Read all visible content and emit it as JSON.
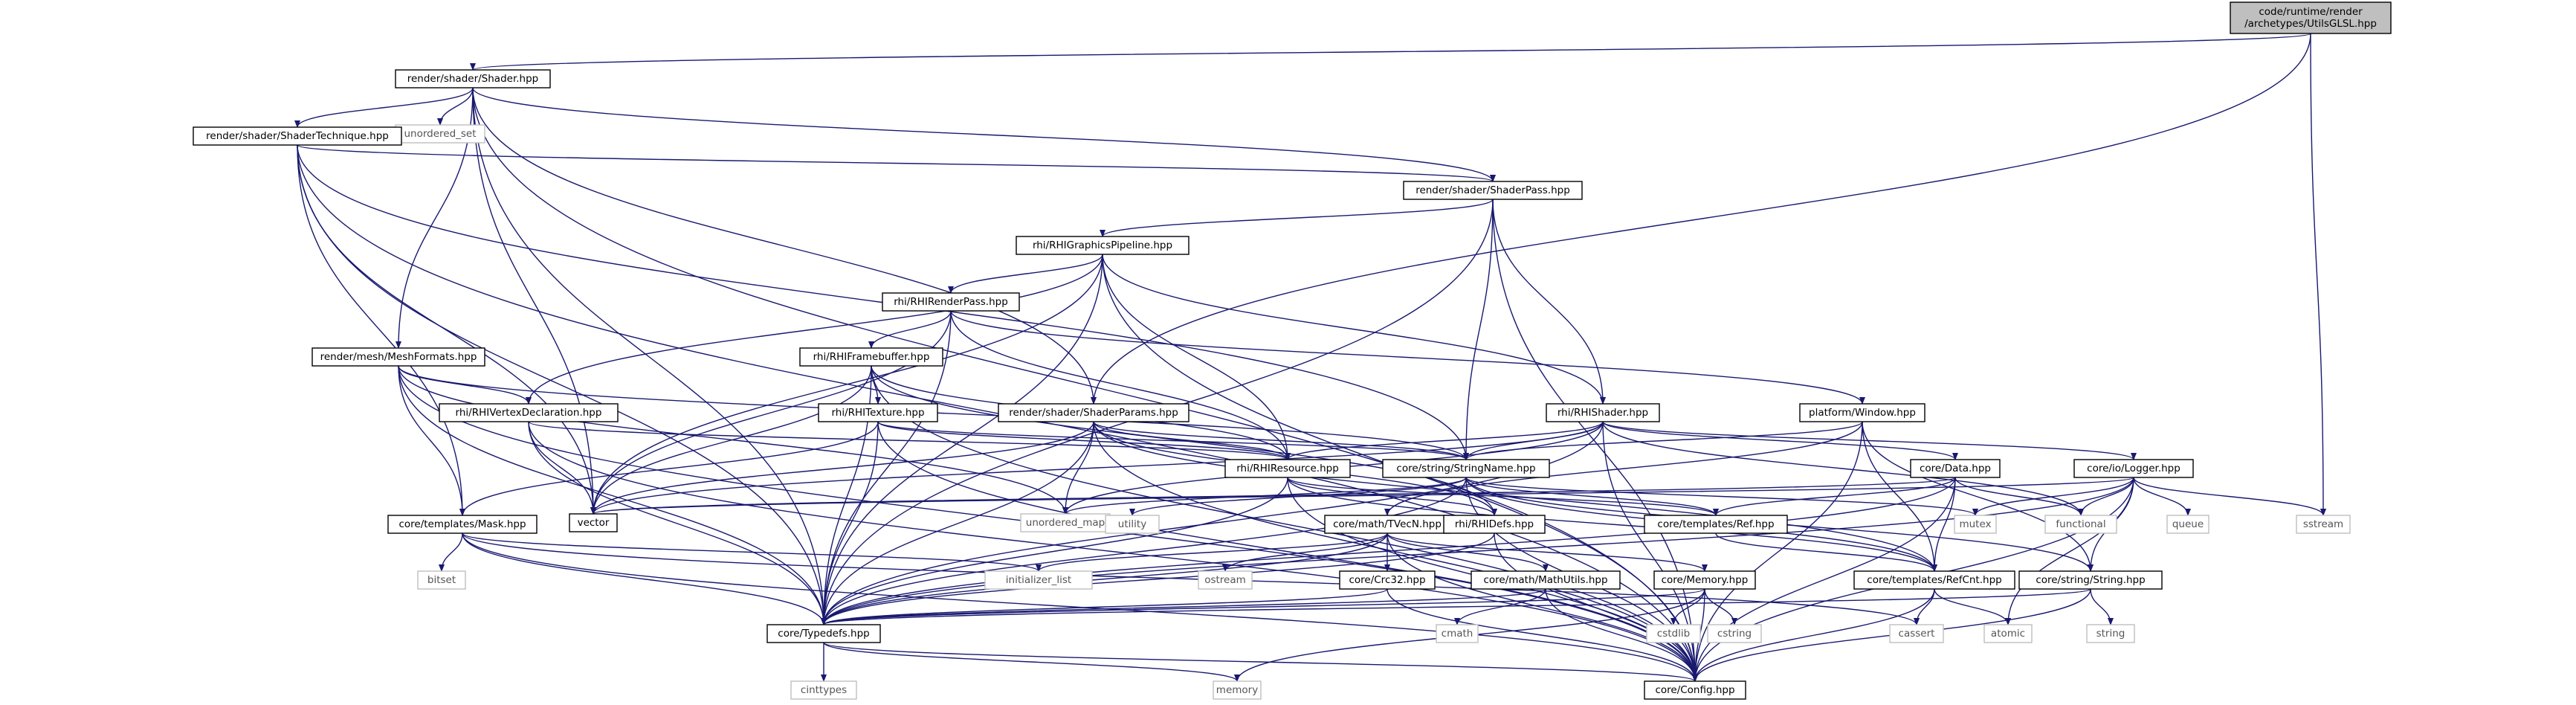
{
  "colors": {
    "edge": "#191970",
    "node_border": "#000000",
    "node_fill": "#ffffff",
    "root_fill": "#bfbfbf",
    "system_border": "#bfbfbf",
    "system_text": "#555555",
    "text": "#000000"
  },
  "root": "utils_glsl",
  "nodes": [
    {
      "id": "utils_glsl",
      "kind": "root",
      "lines": [
        "code/runtime/render",
        "/archetypes/UtilsGLSL.hpp"
      ]
    },
    {
      "id": "shader",
      "kind": "header",
      "lines": [
        "render/shader/Shader.hpp"
      ]
    },
    {
      "id": "unordered_set",
      "kind": "system",
      "lines": [
        "unordered_set"
      ]
    },
    {
      "id": "shader_technique",
      "kind": "header",
      "lines": [
        "render/shader/ShaderTechnique.hpp"
      ]
    },
    {
      "id": "shader_pass",
      "kind": "header",
      "lines": [
        "render/shader/ShaderPass.hpp"
      ]
    },
    {
      "id": "rhi_graphics_pipeline",
      "kind": "header",
      "lines": [
        "rhi/RHIGraphicsPipeline.hpp"
      ]
    },
    {
      "id": "rhi_render_pass",
      "kind": "header",
      "lines": [
        "rhi/RHIRenderPass.hpp"
      ]
    },
    {
      "id": "mesh_formats",
      "kind": "header",
      "lines": [
        "render/mesh/MeshFormats.hpp"
      ]
    },
    {
      "id": "rhi_framebuffer",
      "kind": "header",
      "lines": [
        "rhi/RHIFramebuffer.hpp"
      ]
    },
    {
      "id": "rhi_vertex_declaration",
      "kind": "header",
      "lines": [
        "rhi/RHIVertexDeclaration.hpp"
      ]
    },
    {
      "id": "rhi_texture",
      "kind": "header",
      "lines": [
        "rhi/RHITexture.hpp"
      ]
    },
    {
      "id": "shader_params",
      "kind": "header",
      "lines": [
        "render/shader/ShaderParams.hpp"
      ]
    },
    {
      "id": "rhi_shader",
      "kind": "header",
      "lines": [
        "rhi/RHIShader.hpp"
      ]
    },
    {
      "id": "platform_window",
      "kind": "header",
      "lines": [
        "platform/Window.hpp"
      ]
    },
    {
      "id": "rhi_resource",
      "kind": "header",
      "lines": [
        "rhi/RHIResource.hpp"
      ]
    },
    {
      "id": "string_name",
      "kind": "header",
      "lines": [
        "core/string/StringName.hpp"
      ]
    },
    {
      "id": "core_data",
      "kind": "header",
      "lines": [
        "core/Data.hpp"
      ]
    },
    {
      "id": "logger",
      "kind": "header",
      "lines": [
        "core/io/Logger.hpp"
      ]
    },
    {
      "id": "mask",
      "kind": "header",
      "lines": [
        "core/templates/Mask.hpp"
      ]
    },
    {
      "id": "vector",
      "kind": "header",
      "lines": [
        "vector"
      ]
    },
    {
      "id": "unordered_map",
      "kind": "system",
      "lines": [
        "unordered_map"
      ]
    },
    {
      "id": "utility",
      "kind": "system",
      "lines": [
        "utility"
      ]
    },
    {
      "id": "tvecn",
      "kind": "header",
      "lines": [
        "core/math/TVecN.hpp"
      ]
    },
    {
      "id": "rhi_defs",
      "kind": "header",
      "lines": [
        "rhi/RHIDefs.hpp"
      ]
    },
    {
      "id": "templates_ref",
      "kind": "header",
      "lines": [
        "core/templates/Ref.hpp"
      ]
    },
    {
      "id": "mutex",
      "kind": "system",
      "lines": [
        "mutex"
      ]
    },
    {
      "id": "functional",
      "kind": "system",
      "lines": [
        "functional"
      ]
    },
    {
      "id": "queue",
      "kind": "system",
      "lines": [
        "queue"
      ]
    },
    {
      "id": "sstream",
      "kind": "system",
      "lines": [
        "sstream"
      ]
    },
    {
      "id": "bitset",
      "kind": "system",
      "lines": [
        "bitset"
      ]
    },
    {
      "id": "initializer_list",
      "kind": "system",
      "lines": [
        "initializer_list"
      ]
    },
    {
      "id": "ostream",
      "kind": "system",
      "lines": [
        "ostream"
      ]
    },
    {
      "id": "crc32",
      "kind": "header",
      "lines": [
        "core/Crc32.hpp"
      ]
    },
    {
      "id": "math_utils",
      "kind": "header",
      "lines": [
        "core/math/MathUtils.hpp"
      ]
    },
    {
      "id": "core_memory",
      "kind": "header",
      "lines": [
        "core/Memory.hpp"
      ]
    },
    {
      "id": "ref_cnt",
      "kind": "header",
      "lines": [
        "core/templates/RefCnt.hpp"
      ]
    },
    {
      "id": "string_hpp",
      "kind": "header",
      "lines": [
        "core/string/String.hpp"
      ]
    },
    {
      "id": "typedefs",
      "kind": "header",
      "lines": [
        "core/Typedefs.hpp"
      ]
    },
    {
      "id": "cassert",
      "kind": "system",
      "lines": [
        "cassert"
      ]
    },
    {
      "id": "atomic",
      "kind": "system",
      "lines": [
        "atomic"
      ]
    },
    {
      "id": "string_std",
      "kind": "system",
      "lines": [
        "string"
      ]
    },
    {
      "id": "cmath",
      "kind": "system",
      "lines": [
        "cmath"
      ]
    },
    {
      "id": "cstdlib",
      "kind": "system",
      "lines": [
        "cstdlib"
      ]
    },
    {
      "id": "cstring",
      "kind": "system",
      "lines": [
        "cstring"
      ]
    },
    {
      "id": "cinttypes",
      "kind": "system",
      "lines": [
        "cinttypes"
      ]
    },
    {
      "id": "memory",
      "kind": "system",
      "lines": [
        "memory"
      ]
    },
    {
      "id": "config",
      "kind": "header",
      "lines": [
        "core/Config.hpp"
      ]
    }
  ],
  "edges": [
    [
      "utils_glsl",
      "shader"
    ],
    [
      "utils_glsl",
      "shader_params"
    ],
    [
      "utils_glsl",
      "sstream"
    ],
    [
      "shader",
      "unordered_set"
    ],
    [
      "shader",
      "shader_technique"
    ],
    [
      "shader",
      "shader_pass"
    ],
    [
      "shader",
      "mesh_formats"
    ],
    [
      "shader",
      "shader_params"
    ],
    [
      "shader",
      "vector"
    ],
    [
      "shader",
      "typedefs"
    ],
    [
      "shader",
      "config"
    ],
    [
      "shader_technique",
      "shader_pass"
    ],
    [
      "shader_technique",
      "mask"
    ],
    [
      "shader_technique",
      "string_name"
    ],
    [
      "shader_technique",
      "vector"
    ],
    [
      "shader_technique",
      "typedefs"
    ],
    [
      "shader_technique",
      "config"
    ],
    [
      "shader_pass",
      "rhi_graphics_pipeline"
    ],
    [
      "shader_pass",
      "rhi_shader"
    ],
    [
      "shader_pass",
      "string_name"
    ],
    [
      "shader_pass",
      "typedefs"
    ],
    [
      "shader_pass",
      "config"
    ],
    [
      "rhi_graphics_pipeline",
      "rhi_render_pass"
    ],
    [
      "rhi_graphics_pipeline",
      "rhi_vertex_declaration"
    ],
    [
      "rhi_graphics_pipeline",
      "rhi_shader"
    ],
    [
      "rhi_graphics_pipeline",
      "rhi_resource"
    ],
    [
      "rhi_graphics_pipeline",
      "vector"
    ],
    [
      "rhi_graphics_pipeline",
      "typedefs"
    ],
    [
      "rhi_graphics_pipeline",
      "config"
    ],
    [
      "rhi_render_pass",
      "rhi_framebuffer"
    ],
    [
      "rhi_render_pass",
      "rhi_resource"
    ],
    [
      "rhi_render_pass",
      "platform_window"
    ],
    [
      "rhi_render_pass",
      "vector"
    ],
    [
      "rhi_render_pass",
      "typedefs"
    ],
    [
      "mesh_formats",
      "rhi_vertex_declaration"
    ],
    [
      "mesh_formats",
      "mask"
    ],
    [
      "mesh_formats",
      "string_name"
    ],
    [
      "mesh_formats",
      "unordered_map"
    ],
    [
      "mesh_formats",
      "typedefs"
    ],
    [
      "mesh_formats",
      "config"
    ],
    [
      "rhi_framebuffer",
      "rhi_texture"
    ],
    [
      "rhi_framebuffer",
      "rhi_resource"
    ],
    [
      "rhi_framebuffer",
      "rhi_defs"
    ],
    [
      "rhi_framebuffer",
      "vector"
    ],
    [
      "rhi_framebuffer",
      "typedefs"
    ],
    [
      "rhi_framebuffer",
      "config"
    ],
    [
      "rhi_vertex_declaration",
      "rhi_resource"
    ],
    [
      "rhi_vertex_declaration",
      "vector"
    ],
    [
      "rhi_vertex_declaration",
      "typedefs"
    ],
    [
      "rhi_vertex_declaration",
      "config"
    ],
    [
      "rhi_texture",
      "rhi_resource"
    ],
    [
      "rhi_texture",
      "string_name"
    ],
    [
      "rhi_texture",
      "mask"
    ],
    [
      "rhi_texture",
      "typedefs"
    ],
    [
      "rhi_texture",
      "config"
    ],
    [
      "shader_params",
      "rhi_resource"
    ],
    [
      "shader_params",
      "rhi_defs"
    ],
    [
      "shader_params",
      "string_name"
    ],
    [
      "shader_params",
      "unordered_map"
    ],
    [
      "shader_params",
      "vector"
    ],
    [
      "shader_params",
      "typedefs"
    ],
    [
      "shader_params",
      "config"
    ],
    [
      "shader_params",
      "ref_cnt"
    ],
    [
      "rhi_shader",
      "rhi_resource"
    ],
    [
      "rhi_shader",
      "string_name"
    ],
    [
      "rhi_shader",
      "core_data"
    ],
    [
      "rhi_shader",
      "logger"
    ],
    [
      "rhi_shader",
      "unordered_map"
    ],
    [
      "rhi_shader",
      "vector"
    ],
    [
      "rhi_shader",
      "functional"
    ],
    [
      "rhi_shader",
      "typedefs"
    ],
    [
      "rhi_shader",
      "config"
    ],
    [
      "platform_window",
      "string_name"
    ],
    [
      "platform_window",
      "ref_cnt"
    ],
    [
      "platform_window",
      "string_hpp"
    ],
    [
      "platform_window",
      "tvecn"
    ],
    [
      "platform_window",
      "config"
    ],
    [
      "rhi_resource",
      "templates_ref"
    ],
    [
      "rhi_resource",
      "ref_cnt"
    ],
    [
      "rhi_resource",
      "rhi_defs"
    ],
    [
      "rhi_resource",
      "typedefs"
    ],
    [
      "rhi_resource",
      "config"
    ],
    [
      "string_name",
      "string_hpp"
    ],
    [
      "string_name",
      "templates_ref"
    ],
    [
      "string_name",
      "ref_cnt"
    ],
    [
      "string_name",
      "unordered_map"
    ],
    [
      "string_name",
      "utility"
    ],
    [
      "string_name",
      "mutex"
    ],
    [
      "string_name",
      "typedefs"
    ],
    [
      "string_name",
      "config"
    ],
    [
      "core_data",
      "templates_ref"
    ],
    [
      "core_data",
      "ref_cnt"
    ],
    [
      "core_data",
      "vector"
    ],
    [
      "core_data",
      "functional"
    ],
    [
      "core_data",
      "typedefs"
    ],
    [
      "core_data",
      "config"
    ],
    [
      "logger",
      "string_hpp"
    ],
    [
      "logger",
      "mutex"
    ],
    [
      "logger",
      "queue"
    ],
    [
      "logger",
      "functional"
    ],
    [
      "logger",
      "sstream"
    ],
    [
      "logger",
      "atomic"
    ],
    [
      "logger",
      "vector"
    ],
    [
      "logger",
      "typedefs"
    ],
    [
      "logger",
      "config"
    ],
    [
      "mask",
      "bitset"
    ],
    [
      "mask",
      "initializer_list"
    ],
    [
      "mask",
      "typedefs"
    ],
    [
      "mask",
      "config"
    ],
    [
      "mask",
      "cassert"
    ],
    [
      "tvecn",
      "crc32"
    ],
    [
      "tvecn",
      "math_utils"
    ],
    [
      "tvecn",
      "core_memory"
    ],
    [
      "tvecn",
      "initializer_list"
    ],
    [
      "tvecn",
      "ostream"
    ],
    [
      "tvecn",
      "typedefs"
    ],
    [
      "tvecn",
      "config"
    ],
    [
      "rhi_defs",
      "typedefs"
    ],
    [
      "rhi_defs",
      "config"
    ],
    [
      "templates_ref",
      "ref_cnt"
    ],
    [
      "crc32",
      "typedefs"
    ],
    [
      "crc32",
      "config"
    ],
    [
      "math_utils",
      "cmath"
    ],
    [
      "math_utils",
      "typedefs"
    ],
    [
      "math_utils",
      "config"
    ],
    [
      "core_memory",
      "cstdlib"
    ],
    [
      "core_memory",
      "cstring"
    ],
    [
      "core_memory",
      "memory"
    ],
    [
      "core_memory",
      "typedefs"
    ],
    [
      "core_memory",
      "config"
    ],
    [
      "ref_cnt",
      "cassert"
    ],
    [
      "ref_cnt",
      "atomic"
    ],
    [
      "ref_cnt",
      "config"
    ],
    [
      "string_hpp",
      "string_std"
    ],
    [
      "string_hpp",
      "typedefs"
    ],
    [
      "string_hpp",
      "config"
    ],
    [
      "typedefs",
      "cinttypes"
    ],
    [
      "typedefs",
      "memory"
    ],
    [
      "typedefs",
      "config"
    ]
  ]
}
